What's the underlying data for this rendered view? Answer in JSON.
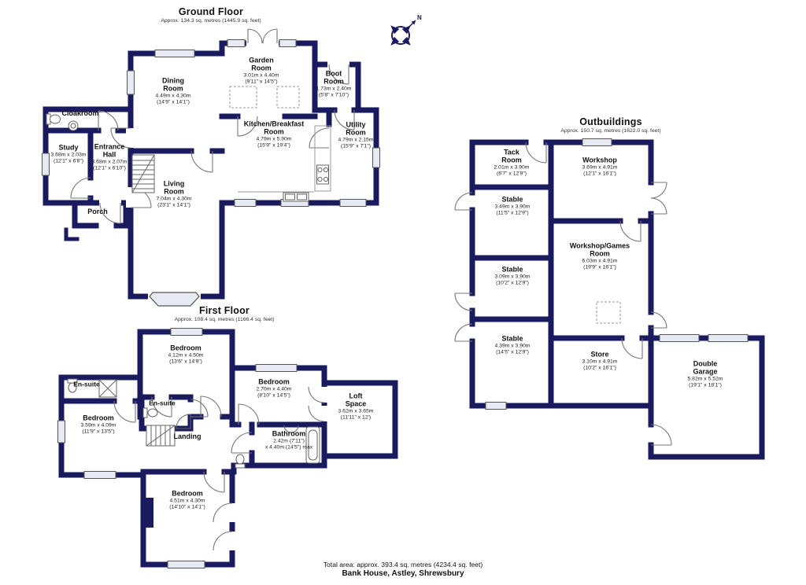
{
  "document": {
    "type": "floorplan",
    "property": "Bank House, Astley, Shrewsbury"
  },
  "colors": {
    "wall": "#1a1a5f",
    "window_fill": "#e7eaf2",
    "door_stroke": "#777777",
    "background": "#ffffff"
  },
  "compass": {
    "label": "N"
  },
  "footer": {
    "total_area": "Total area: approx. 393.4 sq. metres (4234.4 sq. feet)",
    "address": "Bank House, Astley, Shrewsbury"
  },
  "floors": {
    "ground": {
      "title": "Ground Floor",
      "subtitle": "Approx. 134.3 sq. metres (1445.9 sq. feet)",
      "rooms": [
        {
          "name": "Dining\nRoom",
          "metric": "4.49m x 4.30m",
          "imperial": "(14'9\" x 14'1\")"
        },
        {
          "name": "Garden\nRoom",
          "metric": "3.01m x 4.40m",
          "imperial": "(9'11\" x 14'5\")"
        },
        {
          "name": "Boot\nRoom",
          "metric": "1.73m x 2.40m",
          "imperial": "(5'8\" x 7'10\")"
        },
        {
          "name": "Kitchen/Breakfast\nRoom",
          "metric": "4.79m x 5.90m",
          "imperial": "(15'9\" x 19'4\")"
        },
        {
          "name": "Utility\nRoom",
          "metric": "4.79m x 2.15m",
          "imperial": "(15'9\" x 7'1\")"
        },
        {
          "name": "Cloakroom"
        },
        {
          "name": "Study",
          "metric": "3.68m x 2.03m",
          "imperial": "(12'1\" x 6'8\")"
        },
        {
          "name": "Entrance\nHall",
          "metric": "3.68m x 2.07m",
          "imperial": "(12'1\" x 6'10\")"
        },
        {
          "name": "Porch"
        },
        {
          "name": "Living\nRoom",
          "metric": "7.04m x 4.30m",
          "imperial": "(23'1\" x 14'1\")"
        }
      ]
    },
    "first": {
      "title": "First Floor",
      "subtitle": "Approx. 108.4 sq. metres (1166.4 sq. feet)",
      "rooms": [
        {
          "name": "Bedroom",
          "metric": "4.12m x 4.50m",
          "imperial": "(13'6\" x 14'9\")"
        },
        {
          "name": "En-suite"
        },
        {
          "name": "En-suite"
        },
        {
          "name": "Bedroom",
          "metric": "2.70m x 4.40m",
          "imperial": "(8'10\" x 14'5\")"
        },
        {
          "name": "Bedroom",
          "metric": "3.59m x 4.09m",
          "imperial": "(11'9\" x 13'5\")"
        },
        {
          "name": "Landing"
        },
        {
          "name": "Bathroom",
          "metric": "2.42m (7'11\")",
          "imperial": "x 4.40m (14'5\") max"
        },
        {
          "name": "Loft\nSpace",
          "metric": "3.62m x 3.65m",
          "imperial": "(11'11\" x 12')"
        },
        {
          "name": "Bedroom",
          "metric": "4.51m x 4.30m",
          "imperial": "(14'10\" x 14'1\")"
        }
      ]
    },
    "outbuildings": {
      "title": "Outbuildings",
      "subtitle": "Approx. 150.7 sq. metres (1622.0 sq. feet)",
      "rooms": [
        {
          "name": "Tack\nRoom",
          "metric": "2.01m x 3.90m",
          "imperial": "(6'7\" x 12'9\")"
        },
        {
          "name": "Workshop",
          "metric": "3.69m x 4.91m",
          "imperial": "(12'1\" x 16'1\")"
        },
        {
          "name": "Stable",
          "metric": "3.49m x 3.90m",
          "imperial": "(11'5\" x 12'9\")"
        },
        {
          "name": "Workshop/Games\nRoom",
          "metric": "6.03m x 4.91m",
          "imperial": "(19'9\" x 16'1\")"
        },
        {
          "name": "Stable",
          "metric": "3.09m x 3.90m",
          "imperial": "(10'2\" x 12'9\")"
        },
        {
          "name": "Stable",
          "metric": "4.39m x 3.90m",
          "imperial": "(14'5\" x 12'9\")"
        },
        {
          "name": "Store",
          "metric": "3.10m x 4.91m",
          "imperial": "(10'2\" x 16'1\")"
        },
        {
          "name": "Double\nGarage",
          "metric": "5.82m x 5.52m",
          "imperial": "(19'1\" x 18'1\")"
        }
      ]
    }
  }
}
